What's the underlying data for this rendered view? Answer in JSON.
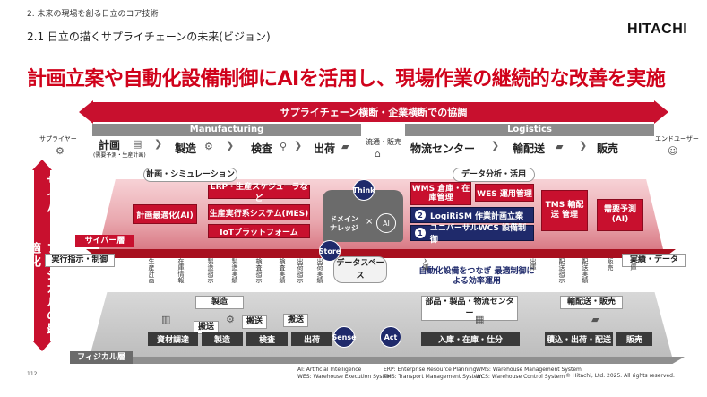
{
  "header": {
    "section": "2. 未来の現場を創る日立のコア技術",
    "subtitle": "2.1 日立の描くサプライチェーンの未来(ビジョン)",
    "logo": "HITACHI",
    "headline": "計画立案や自動化設備制御にAIを活用し、現場作業の継続的な改善を実施"
  },
  "top_arrow": {
    "label": "サプライチェーン横断・企業横断での協調"
  },
  "bands": {
    "manufacturing": "Manufacturing",
    "logistics": "Logistics"
  },
  "chain": {
    "supplier": "サプライヤー",
    "plan": "計画",
    "plan_note": "(需要予測・生産計画)",
    "manufacture": "製造",
    "inspection": "検査",
    "shipping": "出荷",
    "distribution": "流通・販売",
    "logistics_center": "物流センター",
    "delivery": "輸配送",
    "sales": "販売",
    "end_user": "エンドユーザー"
  },
  "side_label": "サイバー・フィジカルの最適化",
  "cyber": {
    "layer_label": "サイバー層",
    "planning_pill": "計画・シミュレーション",
    "analysis_pill": "データ分析・活用",
    "erp": "ERP・生産スケジューラなど",
    "planning_ai": "計画最適化(AI)",
    "mes": "生産実行系システム(MES)",
    "iot": "IoTプラットフォーム",
    "domain_knowledge": "ドメイン ナレッジ",
    "x_mark": "×",
    "ai_icon": "AI",
    "wms": "WMS 倉庫・在庫管理",
    "wes": "WES 運用管理",
    "logirism": "LogiRiSM 作業計画立案",
    "wcs": "ユニバーサルWCS 設備制御",
    "tms": "TMS 輸配送 管理",
    "forecast": "需要予測 (AI)",
    "num1": "1",
    "num2": "2",
    "think": "Think",
    "store": "Store",
    "dataspace": "データスペース"
  },
  "mid_labels": {
    "execute": "実行指示・制御",
    "results": "実績・データ",
    "automation": "自動化設備をつなぎ 最適制御による効率運用"
  },
  "arrow_labels": [
    "生産計画",
    "在庫情報",
    "製造指示",
    "製造実績",
    "検査指示",
    "検査実績",
    "出荷指示",
    "出荷実績",
    "入庫",
    "出庫",
    "配送指示",
    "配送実績",
    "販売",
    "在庫"
  ],
  "physical": {
    "layer_label": "フィジカル層",
    "factory_tag": "製造",
    "warehouse_tag": "部品・製品・物流センター",
    "transport_tag": "輸配送・販売",
    "carry1": "搬送",
    "carry2": "搬送",
    "carry3": "搬送",
    "material": "資材調達",
    "manufacture": "製造",
    "inspection": "検査",
    "shipping": "出荷",
    "inout": "入庫・在庫・仕分",
    "load": "積込・出荷・配送",
    "sales": "販売",
    "sense": "Sense",
    "act": "Act"
  },
  "footer": {
    "page": "112",
    "legend_col1": [
      "AI: Artificial Intelligence",
      "WES: Warehouse Execution System"
    ],
    "legend_col2": [
      "ERP: Enterprise Resource Planning",
      "TMS: Transport Management System"
    ],
    "legend_col3": [
      "WMS: Warehouse Management System",
      "WCS: Warehouse Control System"
    ],
    "copyright": "© Hitachi, Ltd. 2025. All rights reserved."
  },
  "colors": {
    "accent": "#c8102e",
    "navy": "#1f2a6b",
    "gray": "#8c8c8c"
  }
}
